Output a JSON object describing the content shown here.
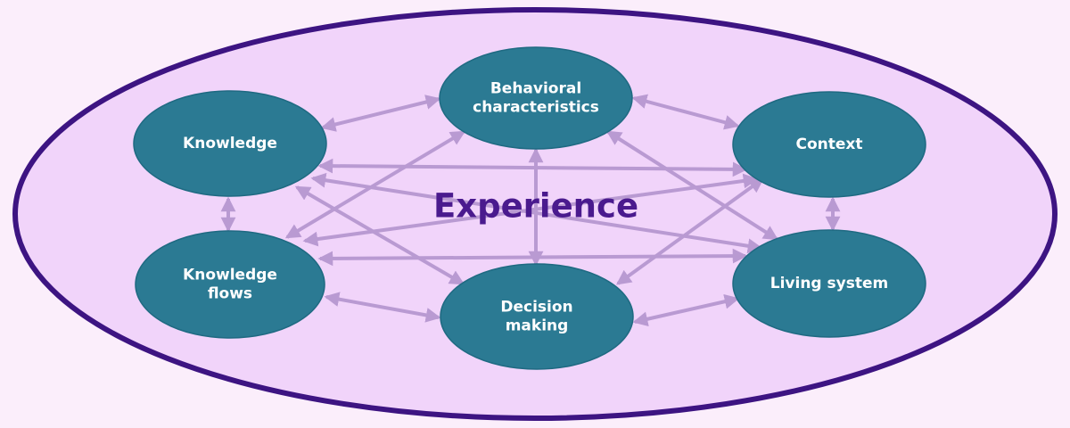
{
  "diagram": {
    "center_label": "Experience",
    "nodes": [
      {
        "id": "behavioral",
        "label_lines": [
          "Behavioral",
          "characteristics"
        ]
      },
      {
        "id": "knowledge",
        "label_lines": [
          "Knowledge"
        ]
      },
      {
        "id": "context",
        "label_lines": [
          "Context"
        ]
      },
      {
        "id": "knowledge-flows",
        "label_lines": [
          "Knowledge",
          "flows"
        ]
      },
      {
        "id": "decision",
        "label_lines": [
          "Decision",
          "making"
        ]
      },
      {
        "id": "living",
        "label_lines": [
          "Living system"
        ]
      }
    ],
    "connections": [
      [
        "knowledge",
        "behavioral"
      ],
      [
        "behavioral",
        "context"
      ],
      [
        "knowledge",
        "knowledge-flows"
      ],
      [
        "context",
        "living"
      ],
      [
        "knowledge-flows",
        "decision"
      ],
      [
        "decision",
        "living"
      ],
      [
        "knowledge",
        "context"
      ],
      [
        "knowledge-flows",
        "living"
      ],
      [
        "behavioral",
        "decision"
      ],
      [
        "knowledge-flows",
        "behavioral"
      ],
      [
        "behavioral",
        "living"
      ],
      [
        "knowledge",
        "decision"
      ],
      [
        "context",
        "decision"
      ],
      [
        "knowledge",
        "living"
      ],
      [
        "knowledge-flows",
        "context"
      ]
    ],
    "colors": {
      "background": "#fbeefb",
      "ellipse_fill": "#f1d4fa",
      "ellipse_stroke": "#3d1482",
      "node_fill": "#2b7a93",
      "node_stroke": "#1f6a82",
      "arrow": "#b99ad2",
      "center_text": "#4a1a8e",
      "node_text": "#ffffff"
    }
  }
}
